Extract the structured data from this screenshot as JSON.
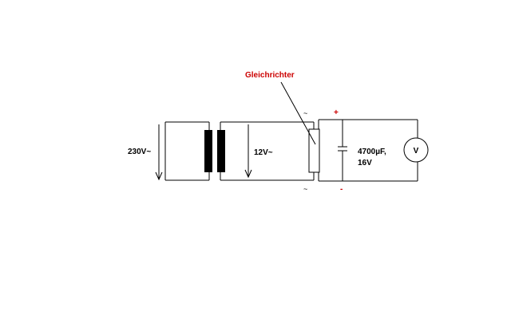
{
  "labels": {
    "rectifier": "Gleichrichter",
    "primary_voltage": "230V~",
    "secondary_voltage": "12V~",
    "capacitor_line1": "4700µF,",
    "capacitor_line2": "16V",
    "voltmeter": "V",
    "ac_top": "~",
    "ac_bottom": "~",
    "plus": "+",
    "minus": "-"
  },
  "colors": {
    "wire": "#000000",
    "rectifier_label": "#cc0000",
    "plus_sign": "#cc0000",
    "minus_sign": "#cc0000"
  }
}
